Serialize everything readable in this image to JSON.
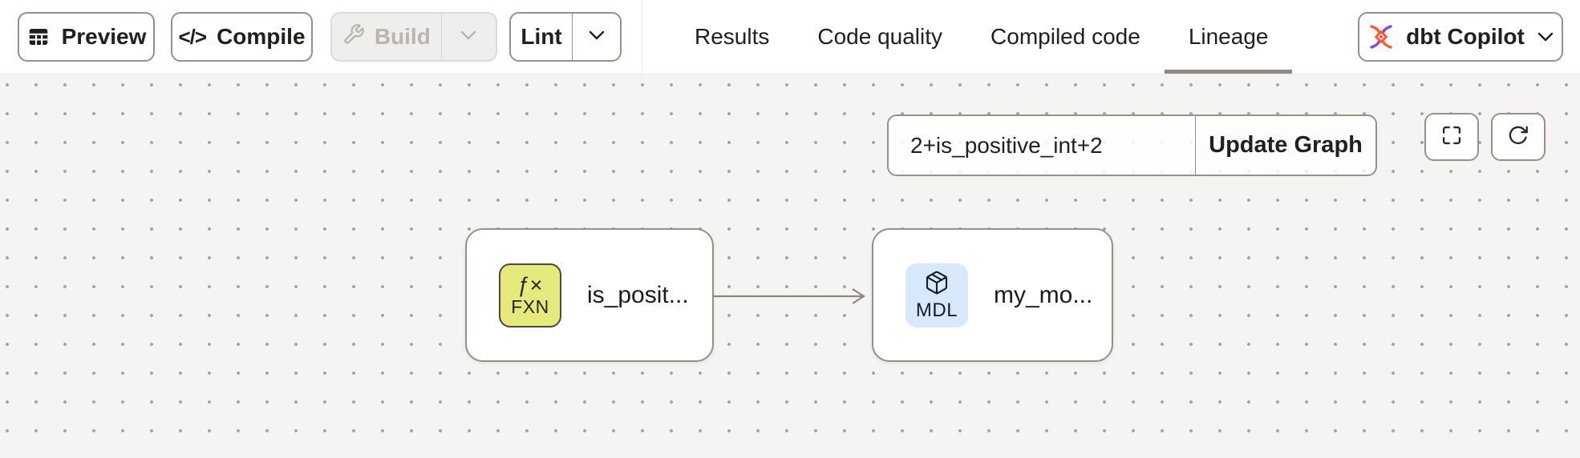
{
  "toolbar": {
    "preview_label": "Preview",
    "compile_label": "Compile",
    "compile_icon_glyph": "</>",
    "build_label": "Build",
    "lint_label": "Lint"
  },
  "tabs": [
    {
      "label": "Results",
      "active": false
    },
    {
      "label": "Code quality",
      "active": false
    },
    {
      "label": "Compiled code",
      "active": false
    },
    {
      "label": "Lineage",
      "active": true
    }
  ],
  "copilot": {
    "label": "dbt Copilot"
  },
  "lineage": {
    "selector_value": "2+is_positive_int+2",
    "update_button_label": "Update Graph",
    "nodes": [
      {
        "type": "function",
        "badge_symbol": "ƒ×",
        "badge_code": "FXN",
        "label": "is_posit..."
      },
      {
        "type": "model",
        "badge_code": "MDL",
        "label": "my_mo..."
      }
    ]
  },
  "colors": {
    "dbt_orange": "#ff5c35",
    "dbt_purple": "#8247e5",
    "function_badge_bg": "#e6e97c",
    "model_badge_bg": "#d8e9fb",
    "active_tab_underline": "#8d8984",
    "edge_color": "#8a8781",
    "canvas_bg": "#f5f4f2"
  }
}
